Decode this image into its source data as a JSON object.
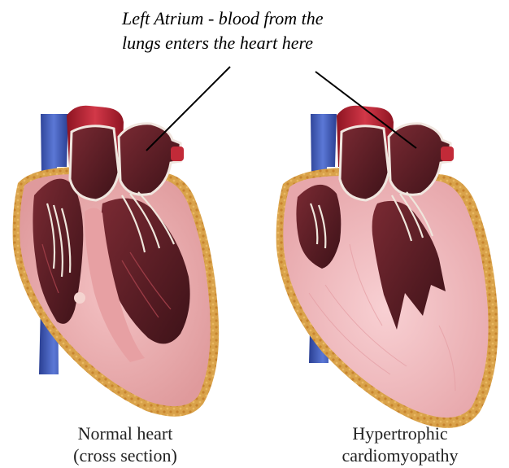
{
  "annotation": {
    "line1": "Left Atrium - blood from the",
    "line2": "lungs enters the heart here"
  },
  "hearts": [
    {
      "label_line1": "Normal heart",
      "label_line2": "(cross section)"
    },
    {
      "label_line1": "Hypertrophic",
      "label_line2": "cardiomyopathy"
    }
  ],
  "colors": {
    "vein": "#3a58b8",
    "artery": "#b82030",
    "chamber": "#5a1e26",
    "muscle_normal": "#e9a8a8",
    "muscle_thick": "#f2b9bf",
    "fat": "#d9a24a",
    "valve": "#e9e0d8"
  }
}
